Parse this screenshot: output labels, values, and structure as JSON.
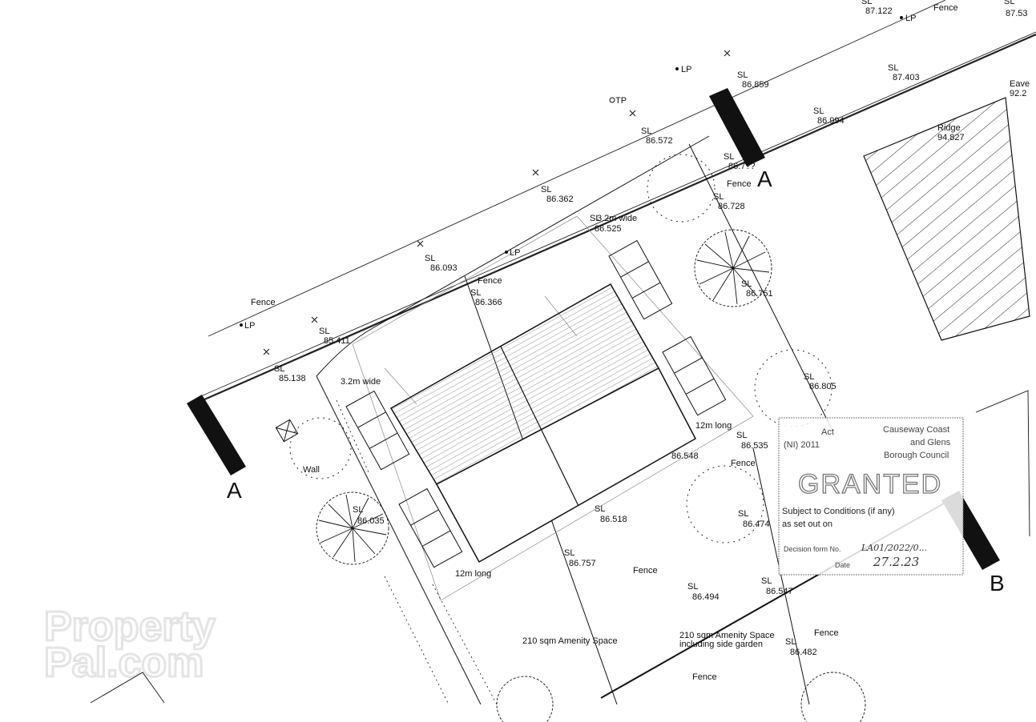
{
  "section_markers": [
    {
      "label": "A"
    },
    {
      "label": "A"
    },
    {
      "label": "B"
    }
  ],
  "spot_levels": [
    {
      "tag": "SL",
      "value": "87.122"
    },
    {
      "tag": "SL",
      "value": "87.53"
    },
    {
      "tag": "SL",
      "value": "86.859"
    },
    {
      "tag": "SL",
      "value": "87.403"
    },
    {
      "tag": "SL",
      "value": "86.994"
    },
    {
      "tag": "SL",
      "value": "86.572"
    },
    {
      "tag": "SL",
      "value": "86.7??"
    },
    {
      "tag": "SL",
      "value": "86.728"
    },
    {
      "tag": "SL",
      "value": "86.362"
    },
    {
      "tag": "SL",
      "value": "86.525"
    },
    {
      "tag": "SL",
      "value": "86.093"
    },
    {
      "tag": "SL",
      "value": "86.366"
    },
    {
      "tag": "SL",
      "value": "86.751"
    },
    {
      "tag": "SL",
      "value": "85.411"
    },
    {
      "tag": "SL",
      "value": "85.138"
    },
    {
      "tag": "SL",
      "value": "86.805"
    },
    {
      "tag": "SL",
      "value": "86.535"
    },
    {
      "tag": "SL",
      "value": "86.548"
    },
    {
      "tag": "SL",
      "value": "86.035"
    },
    {
      "tag": "SL",
      "value": "86.518"
    },
    {
      "tag": "SL",
      "value": "86.474"
    },
    {
      "tag": "SL",
      "value": "86.757"
    },
    {
      "tag": "SL",
      "value": "86.494"
    },
    {
      "tag": "SL",
      "value": "86.547"
    },
    {
      "tag": "SL",
      "value": "86.482"
    }
  ],
  "labels": {
    "fence": "Fence",
    "lp": "LP",
    "tp": "TP",
    "wall": "Wall",
    "eaves": "Eave",
    "eaves_value": "92.2",
    "ridge": "Ridge",
    "ridge_value": "94.827",
    "width_right": "3.2m wide",
    "width_left": "3.2m wide",
    "long_right": "12m long",
    "long_left": "12m long",
    "amenity_left": "210 sqm Amenity Space",
    "amenity_right_1": "210 sqm Amenity Space",
    "amenity_right_2": "including side garden"
  },
  "stamp": {
    "act": "Act",
    "act_year": "(NI) 2011",
    "council_1": "Causeway Coast",
    "council_2": "and Glens",
    "council_3": "Borough Council",
    "status": "GRANTED",
    "conditions_1": "Subject to Conditions (if any)",
    "conditions_2": "as set out on",
    "decision_label": "Decision form No.",
    "decision_value": "LA01/2022/0...",
    "date_label": "Date",
    "date_value": "27.2.23"
  },
  "watermark": {
    "line1": "Property",
    "line2": "Pal.com"
  }
}
